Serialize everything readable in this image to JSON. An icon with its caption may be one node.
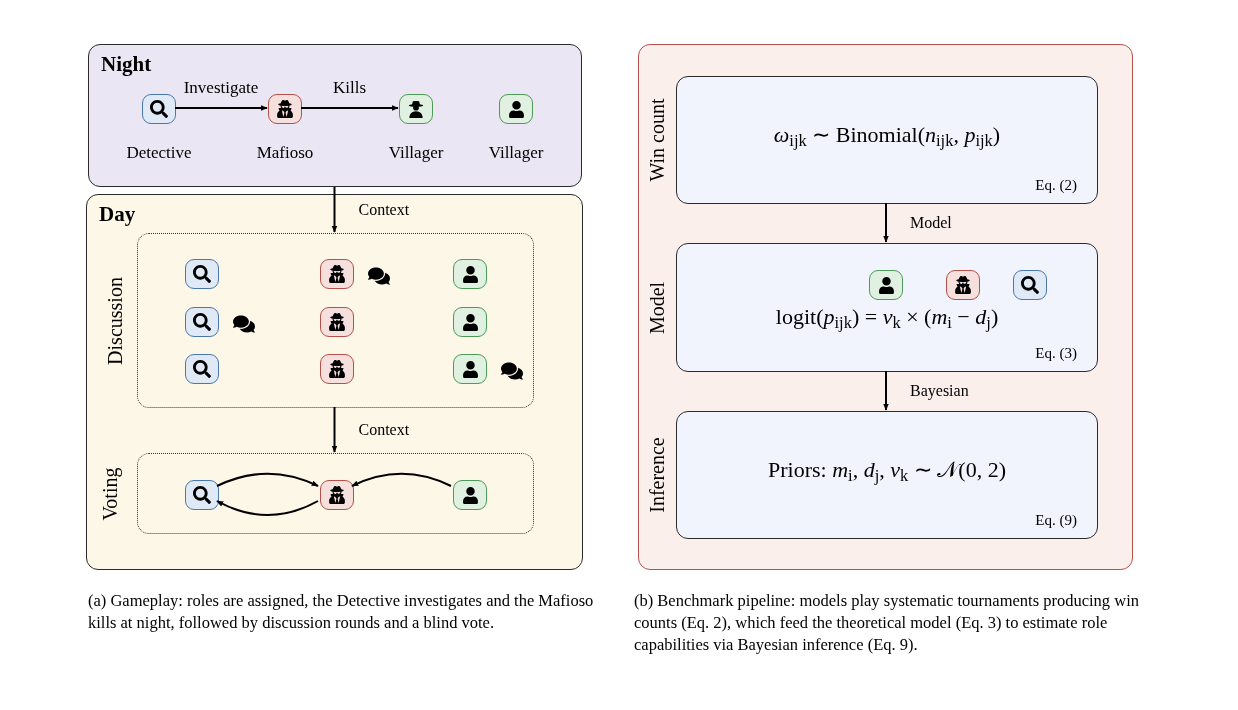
{
  "diagram": {
    "nodes": [
      {
        "text": [
          "Night"
        ]
      },
      {
        "text": [],
        "shape": "magnifier",
        "in": 0,
        "beside": [
          "Detective"
        ]
      },
      {
        "text": [],
        "shape": "spy",
        "in": 0,
        "beside": [
          "Mafioso"
        ]
      },
      {
        "text": [],
        "shape": "person",
        "in": 0,
        "beside": [
          "Villager"
        ]
      },
      {
        "text": [],
        "shape": "person",
        "in": 0,
        "beside": [
          "Villager"
        ]
      },
      {
        "text": [
          "Day"
        ]
      },
      {
        "text": [
          "Discussion"
        ],
        "in": 5
      },
      {
        "text": [],
        "shape": "magnifier",
        "in": 6
      },
      {
        "text": [],
        "shape": "spy",
        "in": 6
      },
      {
        "text": [],
        "shape": "person",
        "in": 6
      },
      {
        "text": [],
        "shape": "magnifier",
        "in": 6
      },
      {
        "text": [],
        "shape": "spy",
        "in": 6
      },
      {
        "text": [],
        "shape": "person",
        "in": 6
      },
      {
        "text": [],
        "shape": "magnifier",
        "in": 6
      },
      {
        "text": [],
        "shape": "spy",
        "in": 6
      },
      {
        "text": [],
        "shape": "person",
        "in": 6
      },
      {
        "text": [
          "Voting"
        ],
        "in": 5
      },
      {
        "text": [],
        "shape": "magnifier",
        "in": 16
      },
      {
        "text": [],
        "shape": "spy",
        "in": 16
      },
      {
        "text": [],
        "shape": "person",
        "in": 16
      },
      {
        "text": [],
        "shape": "box"
      },
      {
        "text": [
          "Win count",
          "*ω*$_{ijk}$ ∼ Binomial(*n*$_{ijk}$, *p*$_{ijk}$)",
          "Eq. (2)"
        ],
        "in": 20
      },
      {
        "text": [
          "Model",
          "logit(*p*$_{ijk}$) = *v*$_{k}$ × (*m*$_{i}$ − *d*$_{j}$)",
          "Eq. (3)"
        ],
        "in": 20
      },
      {
        "text": [],
        "shape": "person",
        "in": 22
      },
      {
        "text": [],
        "shape": "spy",
        "in": 22
      },
      {
        "text": [],
        "shape": "magnifier",
        "in": 22
      },
      {
        "text": [
          "Inference",
          "Priors: *m*$_{i}$, *d*$_{j}$, *v*$_{k}$ ∼ 𝒩(0, 2)",
          "Eq. (9)"
        ],
        "in": 20
      }
    ],
    "edges": [
      {
        "from": 1,
        "to": 2,
        "arrow": "to",
        "label": "Investigate"
      },
      {
        "from": 2,
        "to": 3,
        "arrow": "to",
        "label": "Kills"
      },
      {
        "from": 0,
        "to": 6,
        "arrow": "to",
        "label": "Context"
      },
      {
        "from": 6,
        "to": 16,
        "arrow": "to",
        "label": "Context"
      },
      {
        "from": 17,
        "to": 18,
        "arrow": "to"
      },
      {
        "from": 18,
        "to": 17,
        "arrow": "to"
      },
      {
        "from": 19,
        "to": 18,
        "arrow": "to"
      },
      {
        "from": 21,
        "to": 22,
        "arrow": "to",
        "label": "Model"
      },
      {
        "from": 22,
        "to": 26,
        "arrow": "to",
        "label": "Bayesian"
      }
    ],
    "labels": [
      "(a) Gameplay: roles are assigned, the Detective investigates and the Mafioso kills at night, followed by discussion rounds and a blind vote.",
      "(b) Benchmark pipeline: models play systematic tournaments producing win counts (Eq. 2), which feed the theoretical model (Eq. 3) to estimate role capabilities via Bayesian inference (Eq. 9)."
    ]
  }
}
